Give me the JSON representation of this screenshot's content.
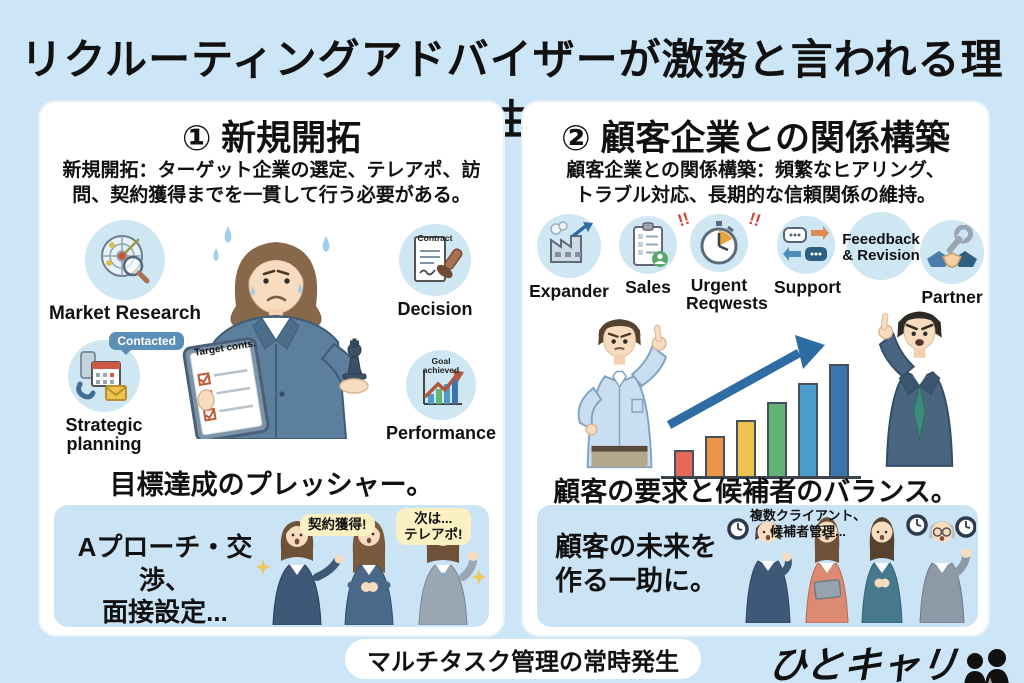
{
  "page": {
    "title": "リクルーティングアドバイザーが激務と言われる理由",
    "footer_pill": "マルチタスク管理の常時発生",
    "brand": "ひとキャリ"
  },
  "colors": {
    "background": "#cde6f7",
    "panel": "#ffffff",
    "inner_box": "#cbe4f5",
    "icon_circle": "#cfe6f3",
    "bubble_yellow": "#fbf0c2",
    "arrow_blue": "#2e6da4"
  },
  "panel1": {
    "heading": "① 新規開拓",
    "description": "新規開拓：ターゲット企業の選定、テレアポ、訪\n問、契約獲得までを一貫して行う必要がある。",
    "icons": [
      {
        "label": "Market Research"
      },
      {
        "label": "Decision",
        "doc_text": "Contract"
      },
      {
        "label": "Strategic\nplanning",
        "tag": "Contacted"
      },
      {
        "label": "Performance",
        "note": "Goal\nachieved"
      }
    ],
    "tablet_title": "Target conts.",
    "pressure_text": "目標達成のプレッシャー。",
    "bottom_box": {
      "text": "Aプローチ・交渉、\n面接設定...",
      "bubble1": "契約獲得!",
      "bubble2": "次は...\nテレアポ!"
    }
  },
  "panel2": {
    "heading": "② 顧客企業との関係構築",
    "description": "顧客企業との関係構築：頻繁なヒアリング、\nトラブル対応、長期的な信頼関係の維持。",
    "icons": [
      {
        "label": "Expander"
      },
      {
        "label": "Sales"
      },
      {
        "label": "Urgent\nReqwests",
        "marks": "!!"
      },
      {
        "label": "Support"
      },
      {
        "label": "Feeedback\n& Revision"
      },
      {
        "label": "Partner"
      }
    ],
    "chart": {
      "type": "bar",
      "note": "decorative rising bar chart, no axis labels",
      "bars": [
        {
          "rel_height": 0.23,
          "color": "#e4695b"
        },
        {
          "rel_height": 0.36,
          "color": "#ec9447"
        },
        {
          "rel_height": 0.5,
          "color": "#edc24e"
        },
        {
          "rel_height": 0.66,
          "color": "#63b377"
        },
        {
          "rel_height": 0.83,
          "color": "#4b9bcb"
        },
        {
          "rel_height": 1.0,
          "color": "#3a76ad"
        }
      ]
    },
    "balance_text": "顧客の要求と候補者のバランス。",
    "bottom_box": {
      "text": "顧客の未来を\n作る一助に。",
      "caption": "複数クライアント、\n候補者管理..."
    }
  }
}
